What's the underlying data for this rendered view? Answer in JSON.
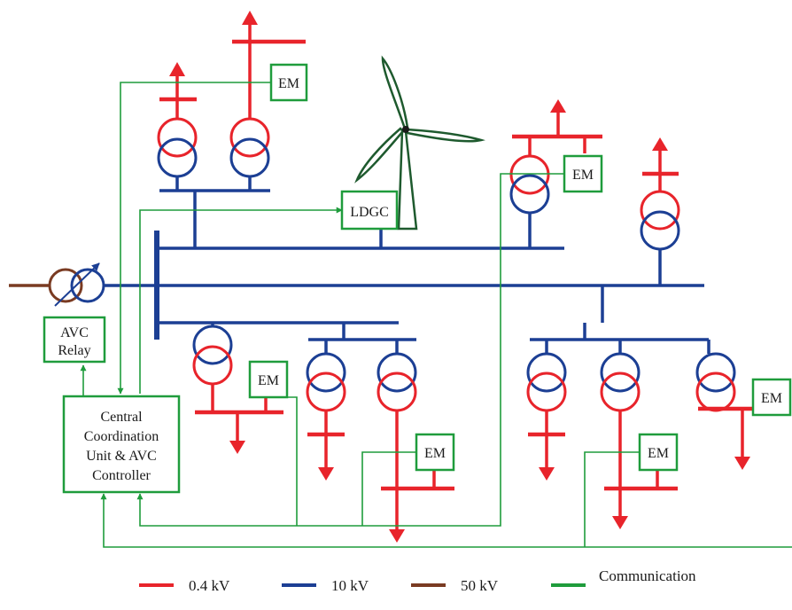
{
  "colors": {
    "low_voltage": "#e8242b",
    "medium_voltage": "#1c3f94",
    "high_voltage": "#7a3b22",
    "communication": "#1f9c3c",
    "turbine": "#1e5a2e"
  },
  "labels": {
    "em": "EM",
    "ldgc": "LDGC",
    "avc_relay": [
      "AVC",
      "Relay"
    ],
    "central_unit": [
      "Central",
      "Coordination",
      "Unit & AVC",
      "Controller"
    ]
  },
  "legend": [
    {
      "label": "0.4 kV",
      "color": "#e8242b"
    },
    {
      "label": "10 kV",
      "color": "#1c3f94"
    },
    {
      "label": "50 kV",
      "color": "#7a3b22"
    },
    {
      "label": "Communication",
      "color": "#1f9c3c"
    }
  ]
}
